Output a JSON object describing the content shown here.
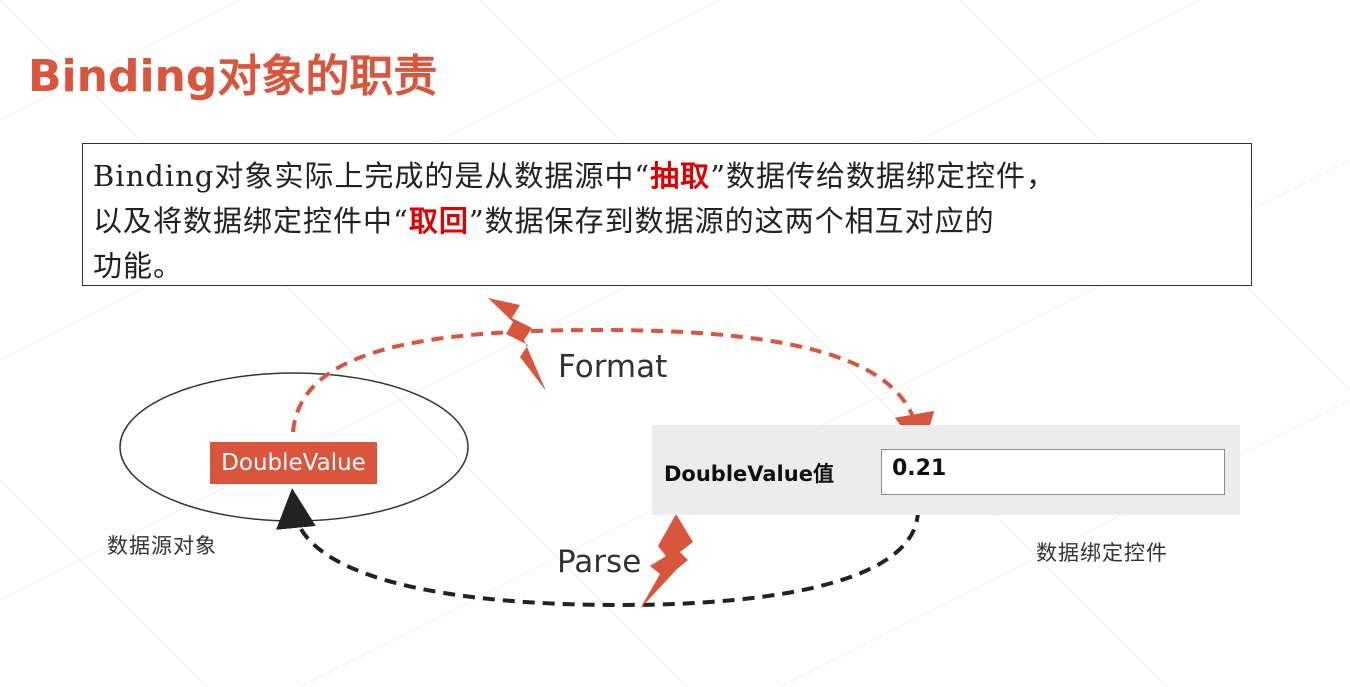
{
  "title": "Binding对象的职责",
  "description": {
    "line1_before": "Binding对象实际上完成的是从数据源中“",
    "line1_highlight": "抽取",
    "line1_after": "”数据传给数据绑定控件，",
    "line2_before": "以及将数据绑定控件中“",
    "line2_highlight": "取回",
    "line2_after": "”数据保存到数据源的这两个相互对应的",
    "line3": "功能。"
  },
  "diagram": {
    "source_property": "DoubleValue",
    "source_label": "数据源对象",
    "format_label": "Format",
    "parse_label": "Parse",
    "control_field_label": "DoubleValue值",
    "control_field_value": "0.21",
    "control_label": "数据绑定控件"
  },
  "colors": {
    "accent": "#d9553c",
    "highlight": "#e00000",
    "parse_arrow": "#333333",
    "format_arrow": "#d9553c"
  },
  "icons": {
    "format_bolt": "lightning-bolt-icon",
    "parse_bolt": "lightning-bolt-icon"
  }
}
